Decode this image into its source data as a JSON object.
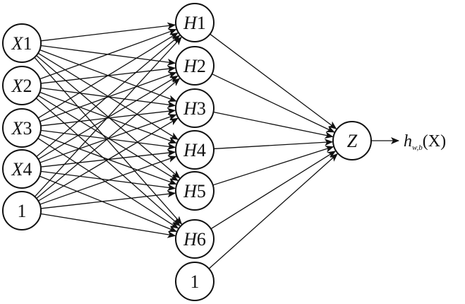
{
  "diagram": {
    "inputs": [
      {
        "id": "x1",
        "label": "X1",
        "italic_prefix": "X",
        "suffix": "1"
      },
      {
        "id": "x2",
        "label": "X2",
        "italic_prefix": "X",
        "suffix": "2"
      },
      {
        "id": "x3",
        "label": "X3",
        "italic_prefix": "X",
        "suffix": "3"
      },
      {
        "id": "x4",
        "label": "X4",
        "italic_prefix": "X",
        "suffix": "4"
      },
      {
        "id": "bias-in",
        "label": "1",
        "italic_prefix": "",
        "suffix": "1"
      }
    ],
    "hidden": [
      {
        "id": "h1",
        "label": "H1",
        "italic_prefix": "H",
        "suffix": "1"
      },
      {
        "id": "h2",
        "label": "H2",
        "italic_prefix": "H",
        "suffix": "2"
      },
      {
        "id": "h3",
        "label": "H3",
        "italic_prefix": "H",
        "suffix": "3"
      },
      {
        "id": "h4",
        "label": "H4",
        "italic_prefix": "H",
        "suffix": "4"
      },
      {
        "id": "h5",
        "label": "H5",
        "italic_prefix": "H",
        "suffix": "5"
      },
      {
        "id": "h6",
        "label": "H6",
        "italic_prefix": "H",
        "suffix": "6"
      },
      {
        "id": "bias-hidden",
        "label": "1",
        "italic_prefix": "",
        "suffix": "1"
      }
    ],
    "output_node": {
      "id": "z",
      "label": "Z"
    },
    "output_label": {
      "main": "h",
      "subscript": "w,b",
      "argument": "(X)"
    },
    "stroke_color": "#111111",
    "fill_color": "#ffffff"
  }
}
